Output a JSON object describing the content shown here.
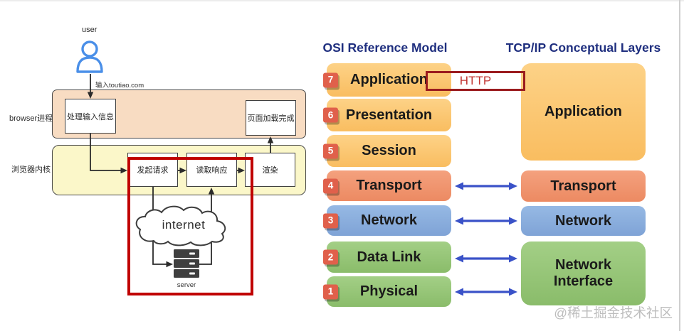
{
  "page": {
    "watermark": "@稀土掘金技术社区"
  },
  "flow": {
    "user_label": "user",
    "input_label": "输入toutiao.com",
    "browser_process_label": "browser进程",
    "browser_kernel_label": "浏览器内核",
    "process_input": "处理输入信息",
    "page_loaded": "页面加载完成",
    "send_request": "发起请求",
    "read_response": "读取响应",
    "render": "渲染",
    "internet_label": "internet",
    "server_label": "server",
    "highlight_color": "#c00000"
  },
  "osi": {
    "title": "OSI Reference Model",
    "layers": [
      {
        "number": "7",
        "label": "Application",
        "color": "#fbc96d"
      },
      {
        "number": "6",
        "label": "Presentation",
        "color": "#fbc96d"
      },
      {
        "number": "5",
        "label": "Session",
        "color": "#fbc96d"
      },
      {
        "number": "4",
        "label": "Transport",
        "color": "#f0926b"
      },
      {
        "number": "3",
        "label": "Network",
        "color": "#8aaede"
      },
      {
        "number": "2",
        "label": "Data Link",
        "color": "#97c779"
      },
      {
        "number": "1",
        "label": "Physical",
        "color": "#97c779"
      }
    ],
    "number_chip_color": "#e0604b"
  },
  "tcpip": {
    "title": "TCP/IP Conceptual Layers",
    "layers": [
      {
        "label": "Application",
        "color": "#fbc96d"
      },
      {
        "label": "Transport",
        "color": "#f0926b"
      },
      {
        "label": "Network",
        "color": "#8aaede"
      },
      {
        "label": "Network Interface",
        "color": "#97c779"
      }
    ],
    "arrow_color": "#3a52c8"
  },
  "annotations": {
    "http_label": "HTTP",
    "http_frame_color": "#9b1b1e"
  }
}
